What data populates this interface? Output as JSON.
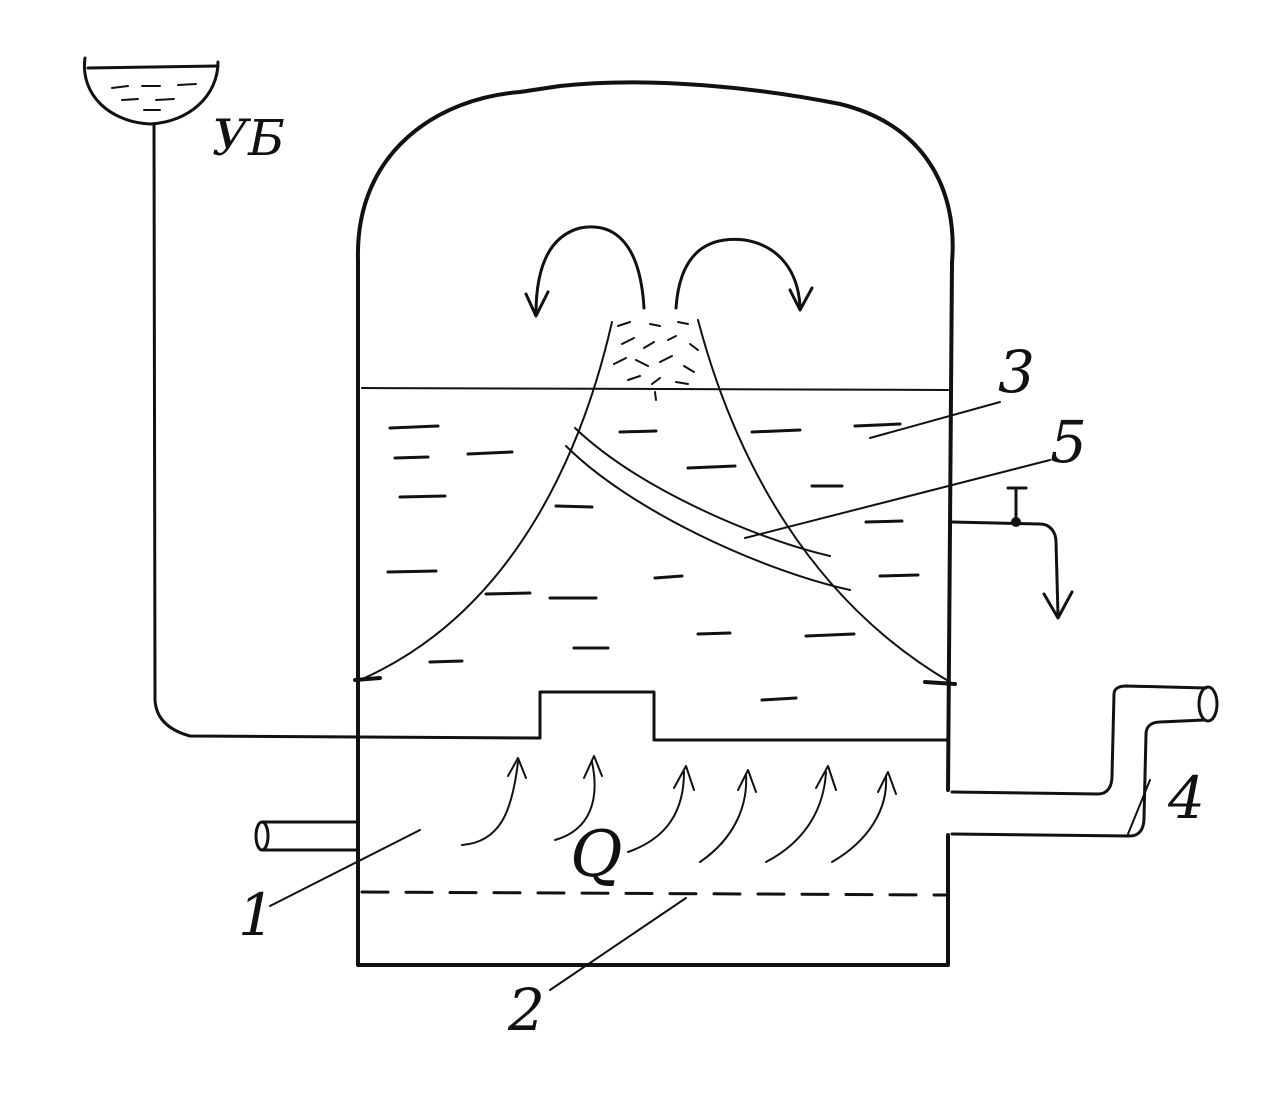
{
  "labels": {
    "tank": "УБ",
    "label_1": "1",
    "label_2": "2",
    "label_3": "3",
    "label_4": "4",
    "label_5": "5",
    "heat_symbol": "Q"
  }
}
